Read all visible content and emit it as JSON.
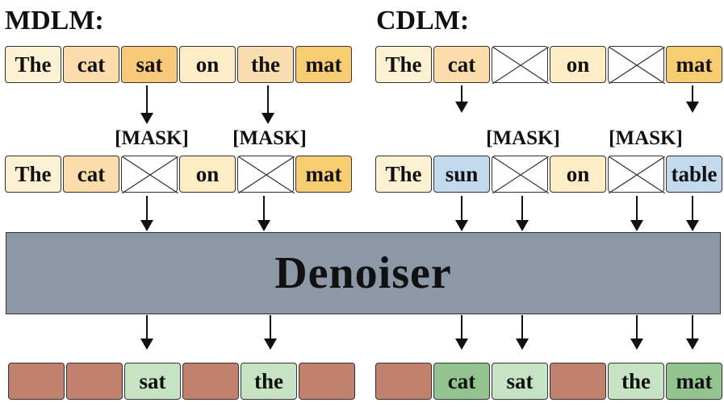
{
  "mdlm": {
    "heading": "MDLM:",
    "row1": [
      {
        "text": "The",
        "fill": "#fdf1d4"
      },
      {
        "text": "cat",
        "fill": "#fbdcaa"
      },
      {
        "text": "sat",
        "fill": "#f7c978"
      },
      {
        "text": "on",
        "fill": "#fdecc6"
      },
      {
        "text": "the",
        "fill": "#f9ddb1"
      },
      {
        "text": "mat",
        "fill": "#f8cc70"
      }
    ],
    "mask_labels": [
      "[MASK]",
      "[MASK]"
    ],
    "row2": [
      {
        "text": "The",
        "fill": "#fdf1d4"
      },
      {
        "text": "cat",
        "fill": "#fbdcaa"
      },
      {
        "text": "",
        "mask": true
      },
      {
        "text": "on",
        "fill": "#fdecc6"
      },
      {
        "text": "",
        "mask": true
      },
      {
        "text": "mat",
        "fill": "#f8cc70"
      }
    ],
    "output": [
      {
        "text": "",
        "fill": "#c1826d"
      },
      {
        "text": "",
        "fill": "#c1826d"
      },
      {
        "text": "sat",
        "fill": "#c6e3c4"
      },
      {
        "text": "",
        "fill": "#c1826d"
      },
      {
        "text": "the",
        "fill": "#c6e3c4"
      },
      {
        "text": "",
        "fill": "#c1826d"
      }
    ]
  },
  "cdlm": {
    "heading": "CDLM:",
    "row1": [
      {
        "text": "The",
        "fill": "#fdf1d4"
      },
      {
        "text": "cat",
        "fill": "#fbdcaa"
      },
      {
        "text": "",
        "mask": true
      },
      {
        "text": "on",
        "fill": "#fdecc6"
      },
      {
        "text": "",
        "mask": true
      },
      {
        "text": "mat",
        "fill": "#f8cc70"
      }
    ],
    "mask_labels": [
      "[MASK]",
      "[MASK]"
    ],
    "row2": [
      {
        "text": "The",
        "fill": "#fdf1d4"
      },
      {
        "text": "sun",
        "fill": "#c3d9ee"
      },
      {
        "text": "",
        "mask": true
      },
      {
        "text": "on",
        "fill": "#fdecc6"
      },
      {
        "text": "",
        "mask": true
      },
      {
        "text": "table",
        "fill": "#c3d9ee"
      }
    ],
    "output": [
      {
        "text": "",
        "fill": "#c1826d"
      },
      {
        "text": "cat",
        "fill": "#93c490"
      },
      {
        "text": "sat",
        "fill": "#c6e3c4"
      },
      {
        "text": "",
        "fill": "#c1826d"
      },
      {
        "text": "the",
        "fill": "#c6e3c4"
      },
      {
        "text": "mat",
        "fill": "#93c490"
      }
    ]
  },
  "denoiser": {
    "label": "Denoiser",
    "fill": "#8c98a6"
  }
}
